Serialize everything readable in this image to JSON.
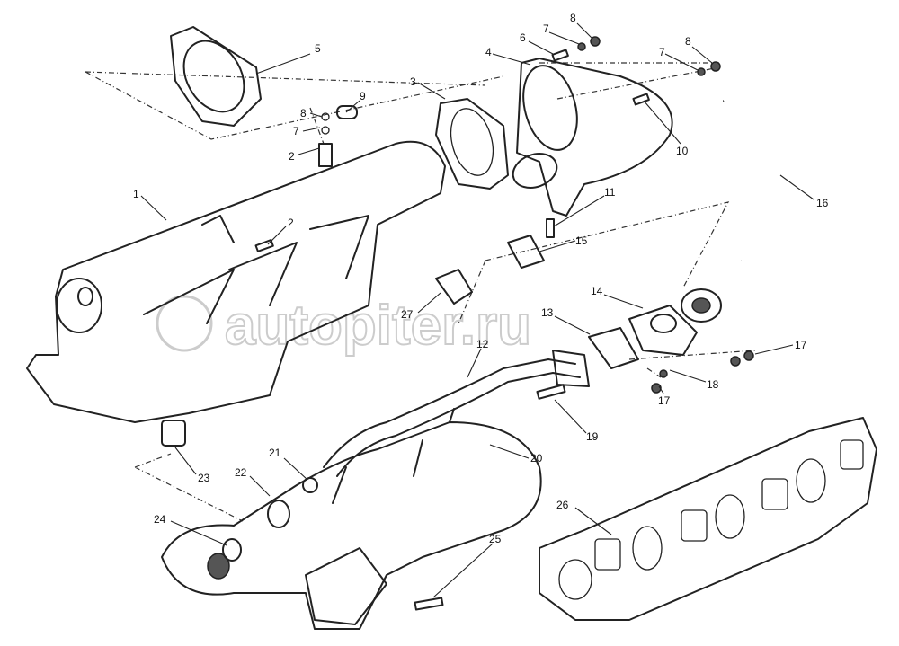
{
  "watermark": "autopiter.ru",
  "callouts": {
    "c1": "1",
    "c2a": "2",
    "c2b": "2",
    "c3": "3",
    "c4": "4",
    "c5": "5",
    "c6": "6",
    "c7a": "7",
    "c7b": "7",
    "c7c": "7",
    "c8a": "8",
    "c8b": "8",
    "c8c": "8",
    "c9": "9",
    "c10": "10",
    "c11": "11",
    "c12": "12",
    "c13": "13",
    "c14": "14",
    "c15": "15",
    "c16": "16",
    "c17a": "17",
    "c17b": "17",
    "c18": "18",
    "c19": "19",
    "c20": "20",
    "c21": "21",
    "c22": "22",
    "c23": "23",
    "c24": "24",
    "c25": "25",
    "c26": "26",
    "c27": "27"
  }
}
